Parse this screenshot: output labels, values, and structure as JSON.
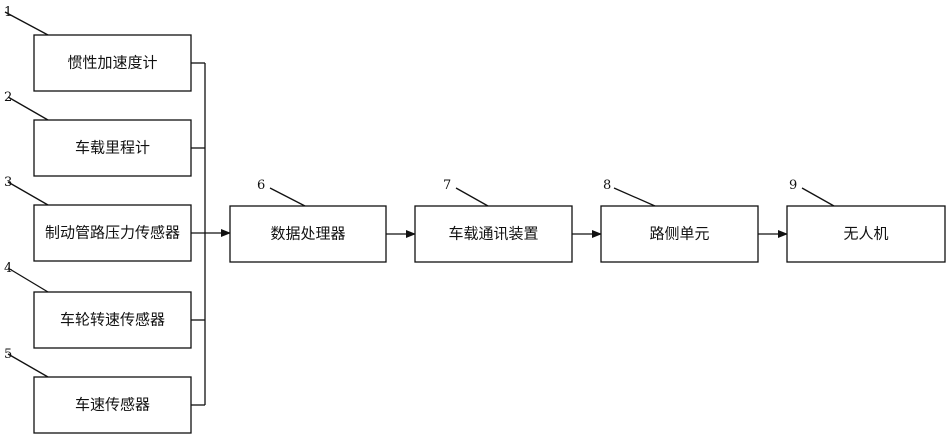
{
  "nodes": [
    {
      "id": "n1",
      "number": "1",
      "label": "惯性加速度计"
    },
    {
      "id": "n2",
      "number": "2",
      "label": "车载里程计"
    },
    {
      "id": "n3",
      "number": "3",
      "label": "制动管路压力传感器"
    },
    {
      "id": "n4",
      "number": "4",
      "label": "车轮转速传感器"
    },
    {
      "id": "n5",
      "number": "5",
      "label": "车速传感器"
    },
    {
      "id": "n6",
      "number": "6",
      "label": "数据处理器"
    },
    {
      "id": "n7",
      "number": "7",
      "label": "车载通讯装置"
    },
    {
      "id": "n8",
      "number": "8",
      "label": "路侧单元"
    },
    {
      "id": "n9",
      "number": "9",
      "label": "无人机"
    }
  ],
  "edges": [
    {
      "from": "n1",
      "to": "n6"
    },
    {
      "from": "n2",
      "to": "n6"
    },
    {
      "from": "n3",
      "to": "n6"
    },
    {
      "from": "n4",
      "to": "n6"
    },
    {
      "from": "n5",
      "to": "n6"
    },
    {
      "from": "n6",
      "to": "n7"
    },
    {
      "from": "n7",
      "to": "n8"
    },
    {
      "from": "n8",
      "to": "n9"
    }
  ]
}
